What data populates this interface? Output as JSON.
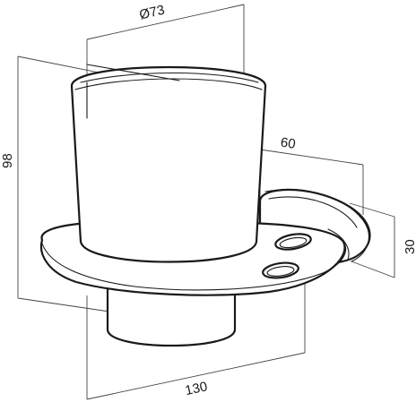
{
  "dimensions": {
    "diameter": "Ø73",
    "height": "98",
    "depth": "60",
    "plate_thickness": "30",
    "width": "130"
  },
  "colors": {
    "line": "#1a1a1a",
    "dimension_line": "#444444",
    "background": "#ffffff"
  }
}
